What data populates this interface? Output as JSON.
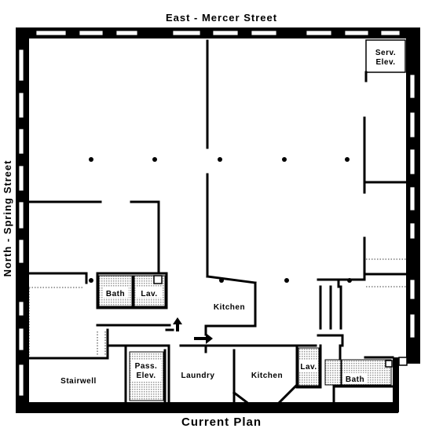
{
  "streets": {
    "top": "East - Mercer Street",
    "left": "North - Spring Street"
  },
  "plan_title": "Current Plan",
  "rooms": {
    "serv_elev_1": "Serv.",
    "serv_elev_2": "Elev.",
    "kitchen_center": "Kitchen",
    "bath_left": "Bath",
    "lav_left": "Lav.",
    "stairwell": "Stairwell",
    "pass_elev_1": "Pass.",
    "pass_elev_2": "Elev.",
    "laundry": "Laundry",
    "kitchen_bottom": "Kitchen",
    "lav_right": "Lav.",
    "bath_right": "Bath"
  },
  "icons": [
    "up-arrow-icon",
    "right-arrow-icon"
  ],
  "colors": {
    "ink": "#000000",
    "tile": "#d9d9d9",
    "paper": "#ffffff"
  }
}
